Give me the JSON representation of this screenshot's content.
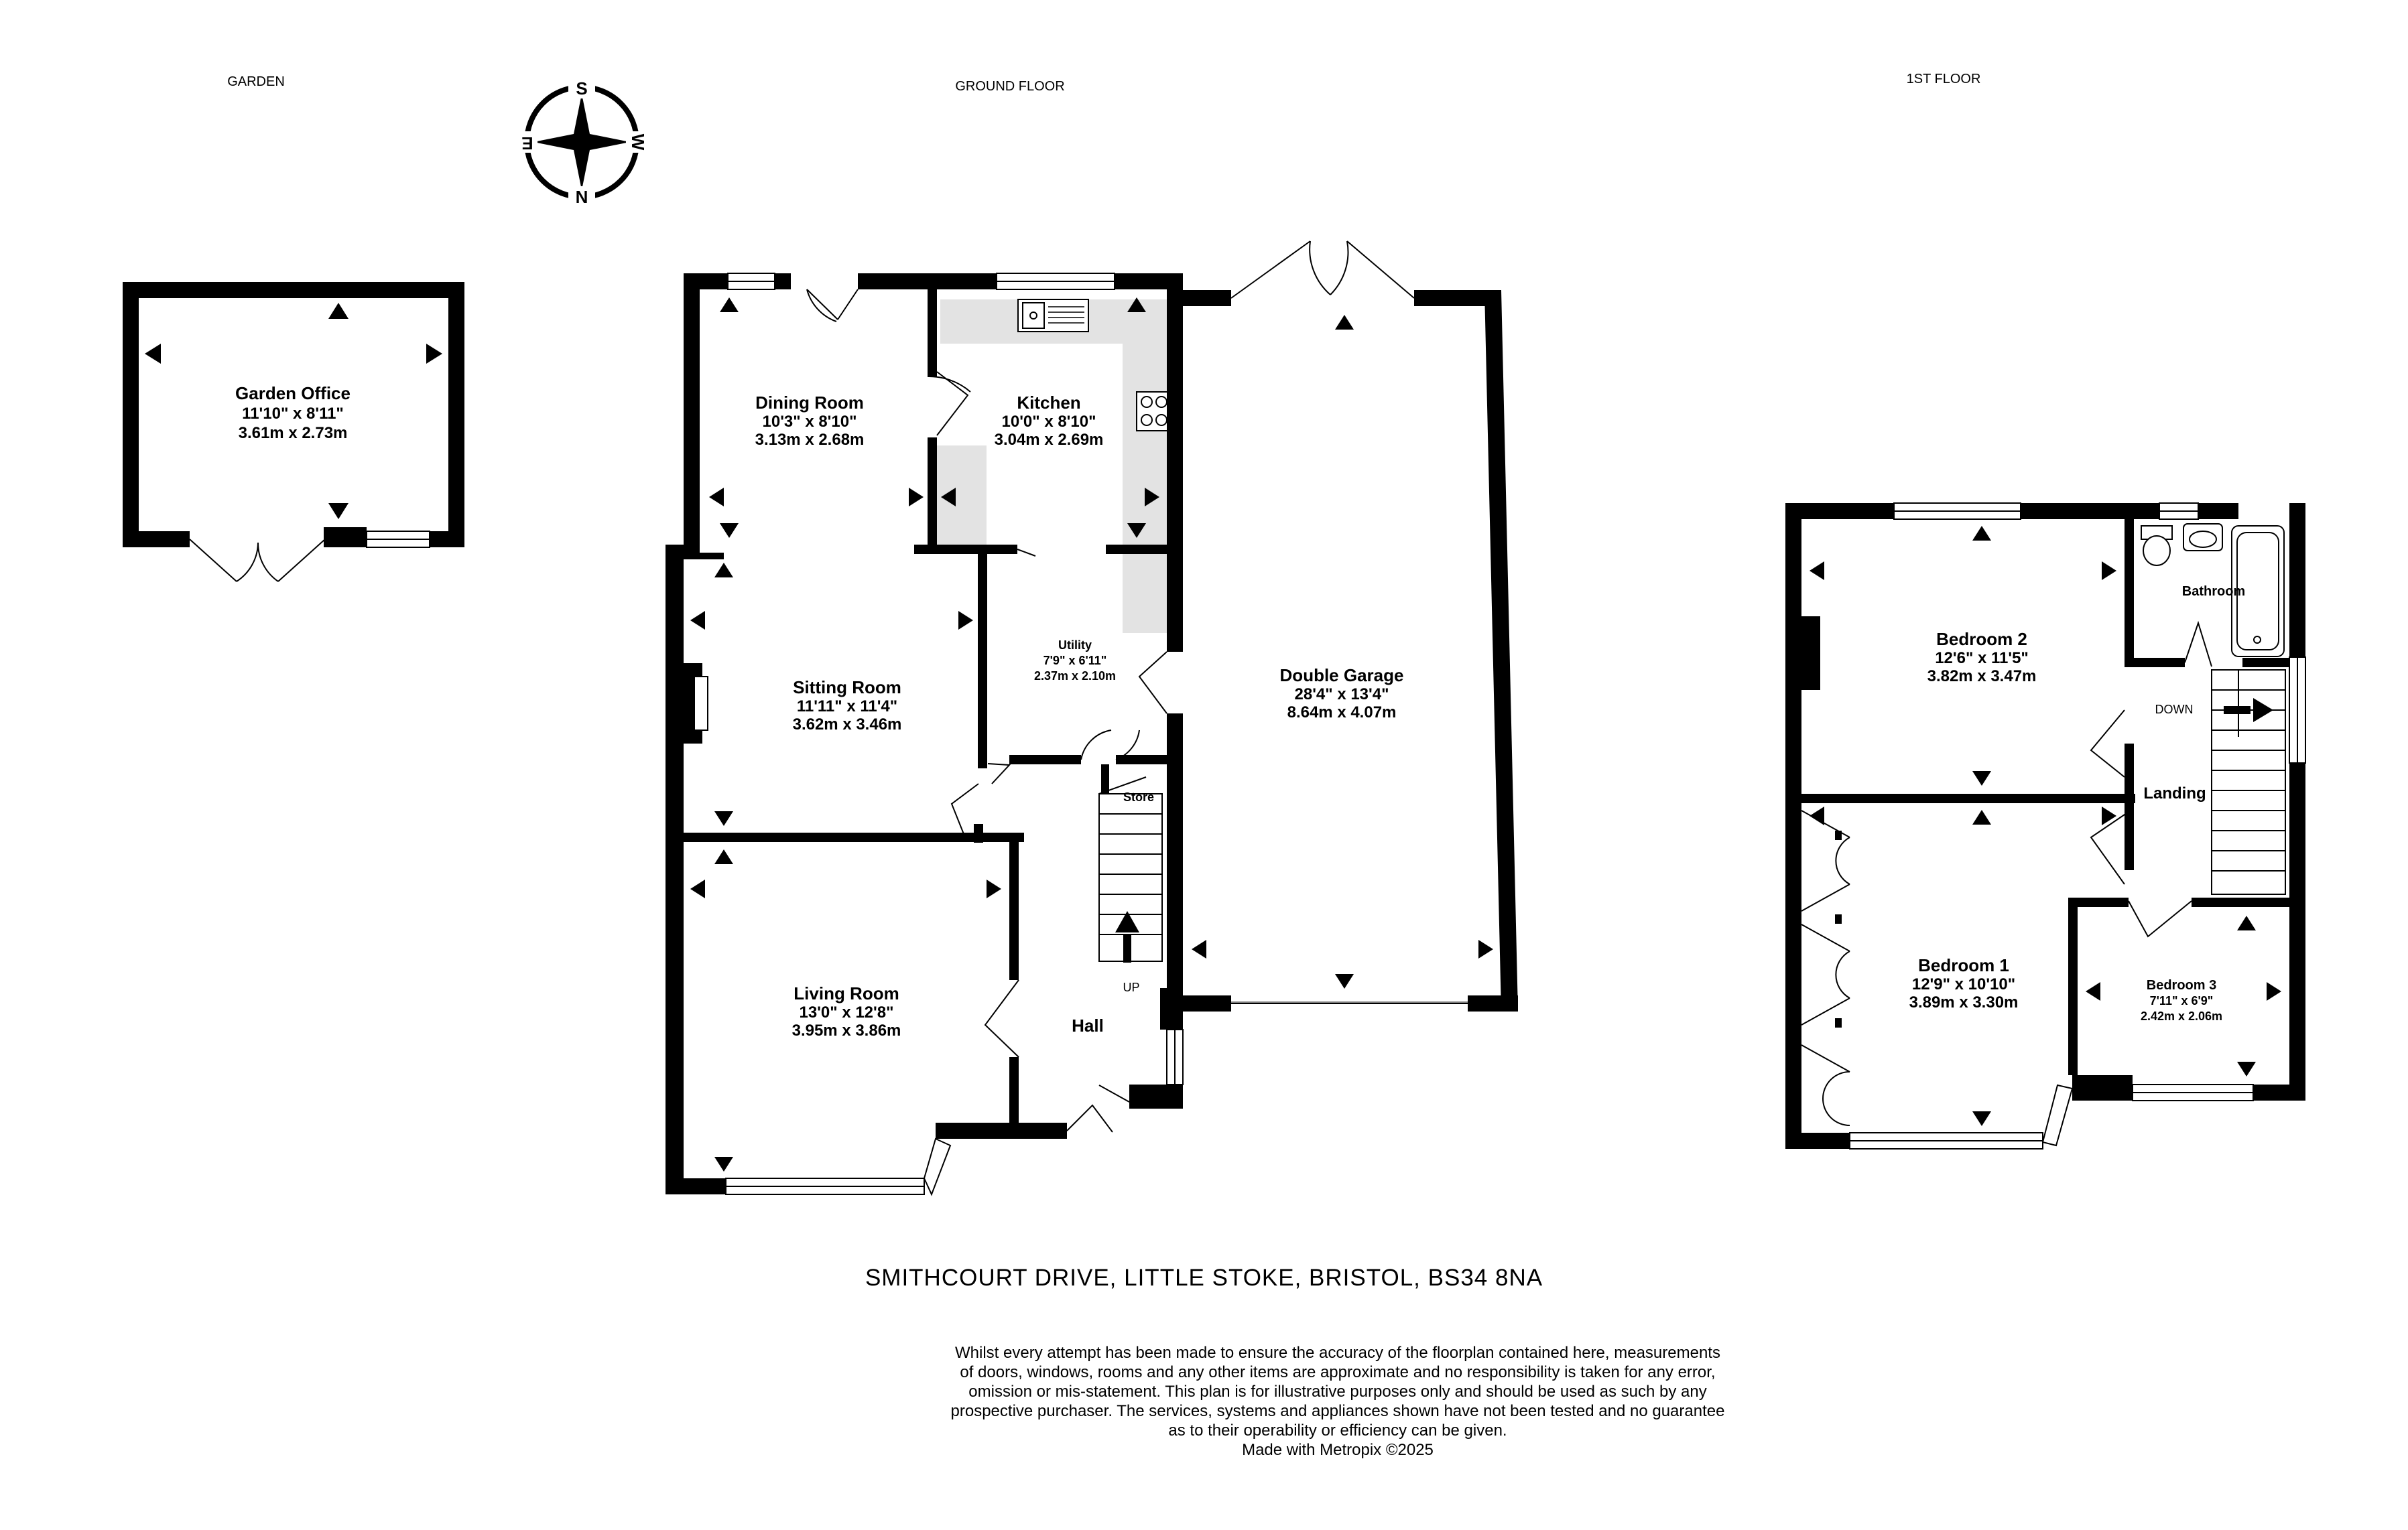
{
  "sections": {
    "garden": "GARDEN",
    "ground_floor": "GROUND FLOOR",
    "first_floor": "1ST FLOOR"
  },
  "compass": {
    "n": "N",
    "s": "S",
    "e": "E",
    "w": "W"
  },
  "rooms": {
    "garden_office": {
      "name": "Garden Office",
      "imperial": "11'10\"  x 8'11\"",
      "metric": "3.61m  x 2.73m"
    },
    "dining_room": {
      "name": "Dining Room",
      "imperial": "10'3\"  x 8'10\"",
      "metric": "3.13m  x 2.68m"
    },
    "kitchen": {
      "name": "Kitchen",
      "imperial": "10'0\"  x 8'10\"",
      "metric": "3.04m  x 2.69m"
    },
    "utility": {
      "name": "Utility",
      "imperial": "7'9\"  x 6'11\"",
      "metric": "2.37m  x 2.10m"
    },
    "sitting_room": {
      "name": "Sitting Room",
      "imperial": "11'11\"  x 11'4\"",
      "metric": "3.62m  x 3.46m"
    },
    "double_garage": {
      "name": "Double Garage",
      "imperial": "28'4\"  x 13'4\"",
      "metric": "8.64m  x 4.07m"
    },
    "living_room": {
      "name": "Living Room",
      "imperial": "13'0\"  x 12'8\"",
      "metric": "3.95m  x 3.86m"
    },
    "hall": {
      "name": "Hall"
    },
    "store": {
      "name": "Store"
    },
    "bedroom_2": {
      "name": "Bedroom 2",
      "imperial": "12'6\"  x 11'5\"",
      "metric": "3.82m  x 3.47m"
    },
    "bathroom": {
      "name": "Bathroom"
    },
    "landing": {
      "name": "Landing"
    },
    "bedroom_1": {
      "name": "Bedroom 1",
      "imperial": "12'9\"  x 10'10\"",
      "metric": "3.89m  x 3.30m"
    },
    "bedroom_3": {
      "name": "Bedroom 3",
      "imperial": "7'11\"  x 6'9\"",
      "metric": "2.42m  x 2.06m"
    }
  },
  "stairs": {
    "up": "UP",
    "down": "DOWN"
  },
  "address": "SMITHCOURT DRIVE, LITTLE STOKE, BRISTOL, BS34 8NA",
  "disclaimer": [
    "Whilst every attempt has been made to ensure the accuracy of the floorplan contained here, measurements",
    "of doors, windows, rooms and any other items are approximate and no responsibility is taken for any error,",
    "omission or mis-statement. This plan is for illustrative purposes only and should be used as such by any",
    "prospective purchaser. The services, systems and appliances shown have not been tested and no guarantee",
    "as to their operability or efficiency can be given.",
    "Made with Metropix ©2025"
  ]
}
